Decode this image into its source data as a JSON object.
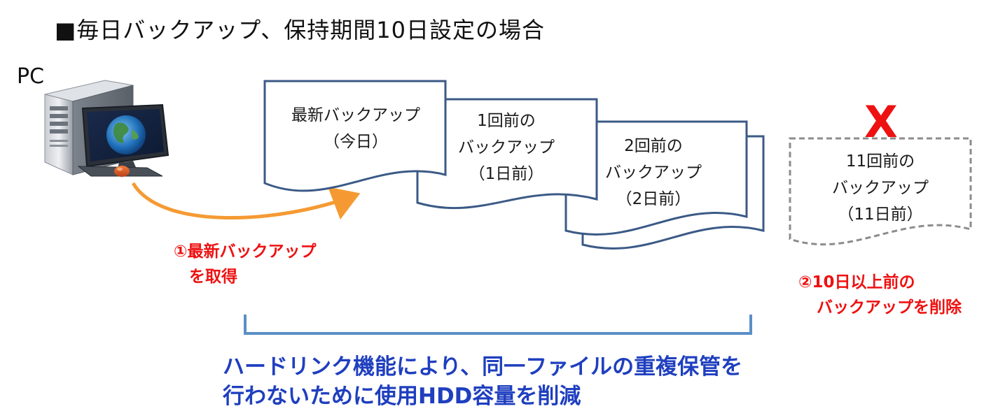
{
  "title": "■毎日バックアップ、保持期間10日設定の場合",
  "pc": {
    "label": "PC",
    "icon": "computer-icon"
  },
  "backups": [
    {
      "lines": [
        "最新バックアップ",
        "（今日）"
      ]
    },
    {
      "lines": [
        "1回前の",
        "バックアップ",
        "（1日前）"
      ]
    },
    {
      "lines": [
        "2回前の",
        "バックアップ",
        "（2日前）"
      ]
    },
    {
      "lines": [
        "11回前の",
        "バックアップ",
        "（11日前）"
      ]
    }
  ],
  "delete_mark": "X",
  "notes": {
    "acquire": [
      "①最新バックアップ",
      "を取得"
    ],
    "delete": [
      "②10日以上前の",
      "バックアップを削除"
    ]
  },
  "summary": [
    "ハードリンク機能により、同一ファイルの重複保管を",
    "行わないために使用HDD容量を削減"
  ],
  "colors": {
    "doc_stroke": "#3b5a86",
    "deleted_stroke": "#8c8c8c",
    "arrow": "#f59a33",
    "bracket": "#5b8fc6",
    "note_red": "#ee1111",
    "delete_mark": "#ee1111",
    "summary_blue": "#1f3fbf"
  }
}
